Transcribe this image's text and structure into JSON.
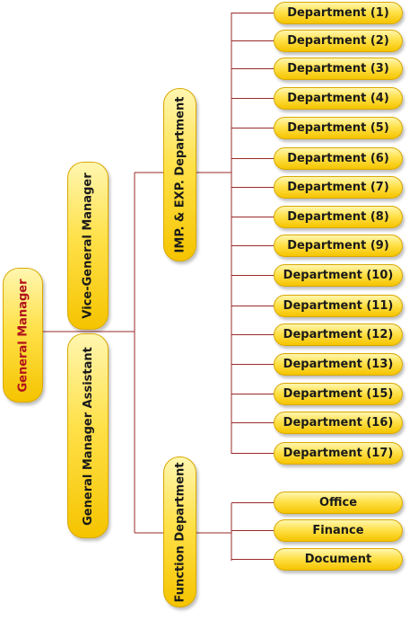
{
  "nodes": {
    "general_manager": "General Manager",
    "vice_general_manager": "Vice-General Manager",
    "general_manager_assistant": "General Manager Assistant",
    "imp_exp_department": "IMP. & EXP. Department",
    "function_department": "Function Department"
  },
  "departments": [
    "Department (1)",
    "Department (2)",
    "Department (3)",
    "Department (4)",
    "Department (5)",
    "Department (6)",
    "Department (7)",
    "Department (8)",
    "Department (9)",
    "Department (10)",
    "Department (11)",
    "Department (12)",
    "Department (13)",
    "Department (15)",
    "Department (16)",
    "Department (17)"
  ],
  "function_units": [
    "Office",
    "Finance",
    "Document"
  ],
  "colors": {
    "node_fill": "#ffe14a",
    "node_border": "#d9a800",
    "connector": "#9a2a2a",
    "root_text": "#b0121b"
  }
}
